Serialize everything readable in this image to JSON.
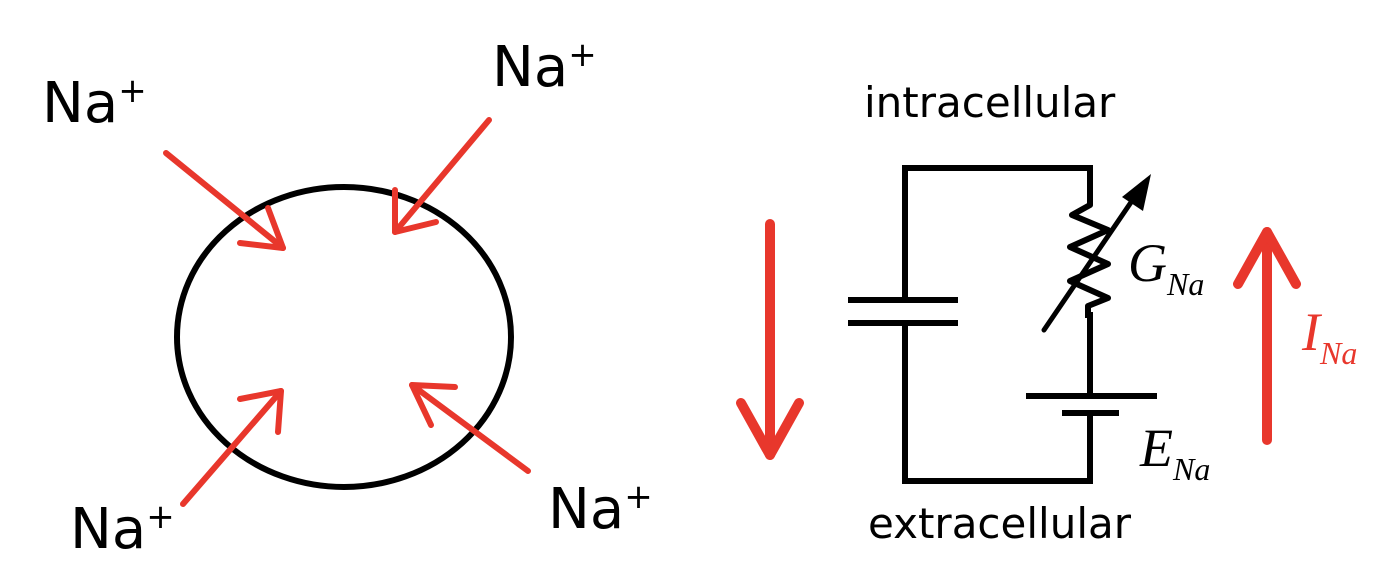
{
  "ions": {
    "top_left": {
      "symbol": "Na",
      "charge": "+"
    },
    "top_right": {
      "symbol": "Na",
      "charge": "+"
    },
    "bottom_left": {
      "symbol": "Na",
      "charge": "+"
    },
    "bottom_right": {
      "symbol": "Na",
      "charge": "+"
    }
  },
  "circuit": {
    "intracellular_label": "intracellular",
    "extracellular_label": "extracellular",
    "conductance": {
      "symbol": "G",
      "subscript": "Na"
    },
    "reversal": {
      "symbol": "E",
      "subscript": "Na"
    },
    "current": {
      "symbol": "I",
      "subscript": "Na"
    }
  },
  "colors": {
    "arrow": "#e8372c",
    "line": "#000000",
    "current_label": "#e8372c"
  }
}
